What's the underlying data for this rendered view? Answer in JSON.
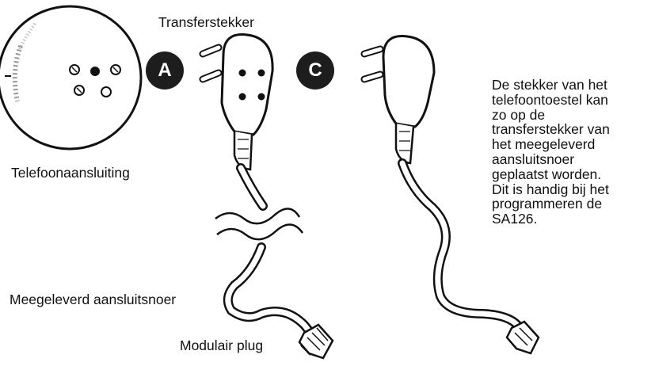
{
  "labels": {
    "transfer_plug": "Transferstekker",
    "wall_socket": "Telefoonaansluiting",
    "supplied_cord": "Meegeleverd aansluitsnoer",
    "modular_plug": "Modulair plug"
  },
  "badges": {
    "a": "A",
    "c": "C"
  },
  "note": {
    "lines": [
      "De stekker van het",
      "telefoontoestel kan",
      "zo op de",
      "transferstekker van",
      "het meegeleverd",
      "aansluitsnoer",
      "geplaatst worden.",
      "Dit is handig bij het",
      "programmeren de",
      "SA126."
    ]
  }
}
